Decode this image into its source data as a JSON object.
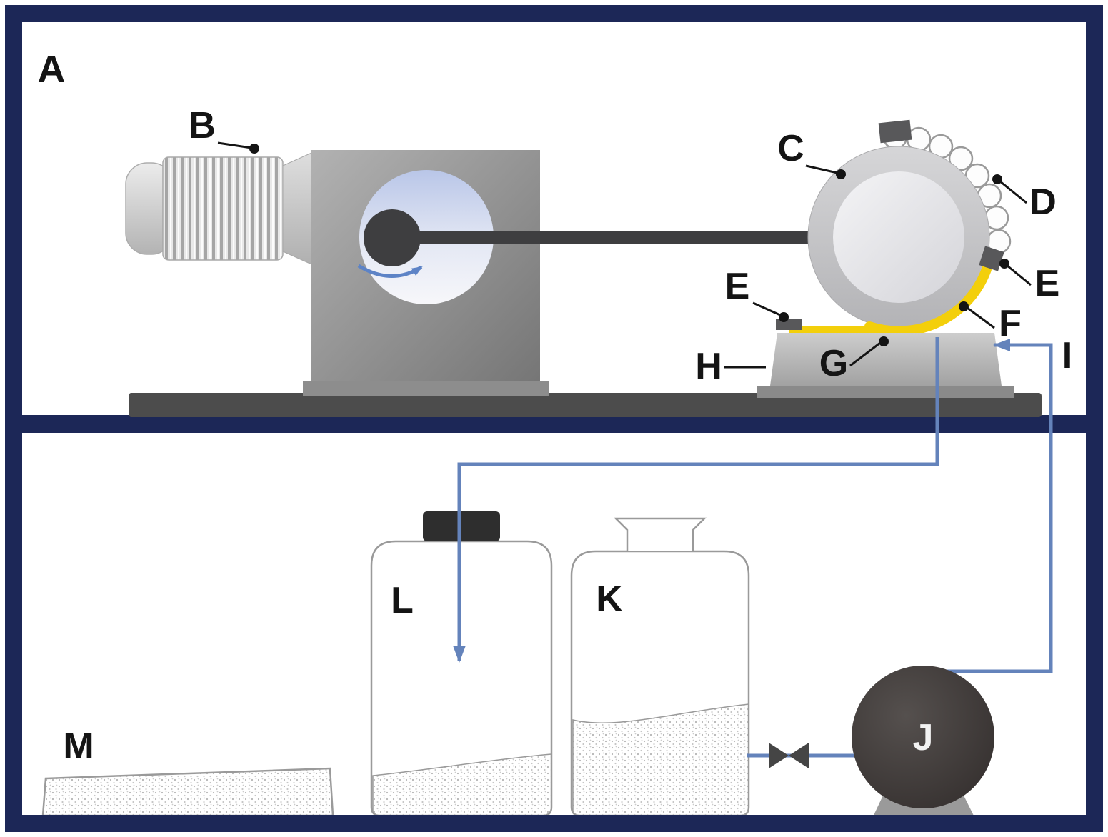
{
  "colors": {
    "frame": "#1c2757",
    "pipe": "#6483bb",
    "film": "#f3cf0b",
    "metal_dark": "#3e3e40",
    "rotation_arrow": "#5d83c6",
    "label_ink": "#141414"
  },
  "panel": {
    "label": "A"
  },
  "callouts": {
    "motor": "B",
    "drum": "C",
    "scallop_band": "D",
    "blade_right": "E",
    "blade_left": "E",
    "film_drum": "F",
    "film_platform": "G",
    "platform": "H",
    "feed_line": "I",
    "pump": "J",
    "feed_bottle": "K",
    "collection_bottle": "L",
    "tray": "M"
  }
}
